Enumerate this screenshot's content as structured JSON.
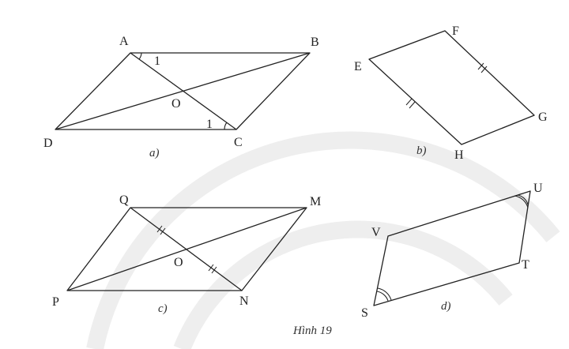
{
  "figure_a": {
    "points": {
      "A": "A",
      "B": "B",
      "C": "C",
      "D": "D",
      "O": "O"
    },
    "angle_marks": [
      "1",
      "1"
    ],
    "caption": "a)"
  },
  "figure_b": {
    "points": {
      "E": "E",
      "F": "F",
      "G": "G",
      "H": "H"
    },
    "caption": "b)"
  },
  "figure_c": {
    "points": {
      "Q": "Q",
      "M": "M",
      "N": "N",
      "P": "P",
      "O": "O"
    },
    "caption": "c)"
  },
  "figure_d": {
    "points": {
      "U": "U",
      "V": "V",
      "T": "T",
      "S": "S"
    },
    "caption": "d)"
  },
  "figure_caption": "Hình 19",
  "colors": {
    "stroke": "#222222",
    "watermark": "#eeeeee"
  }
}
